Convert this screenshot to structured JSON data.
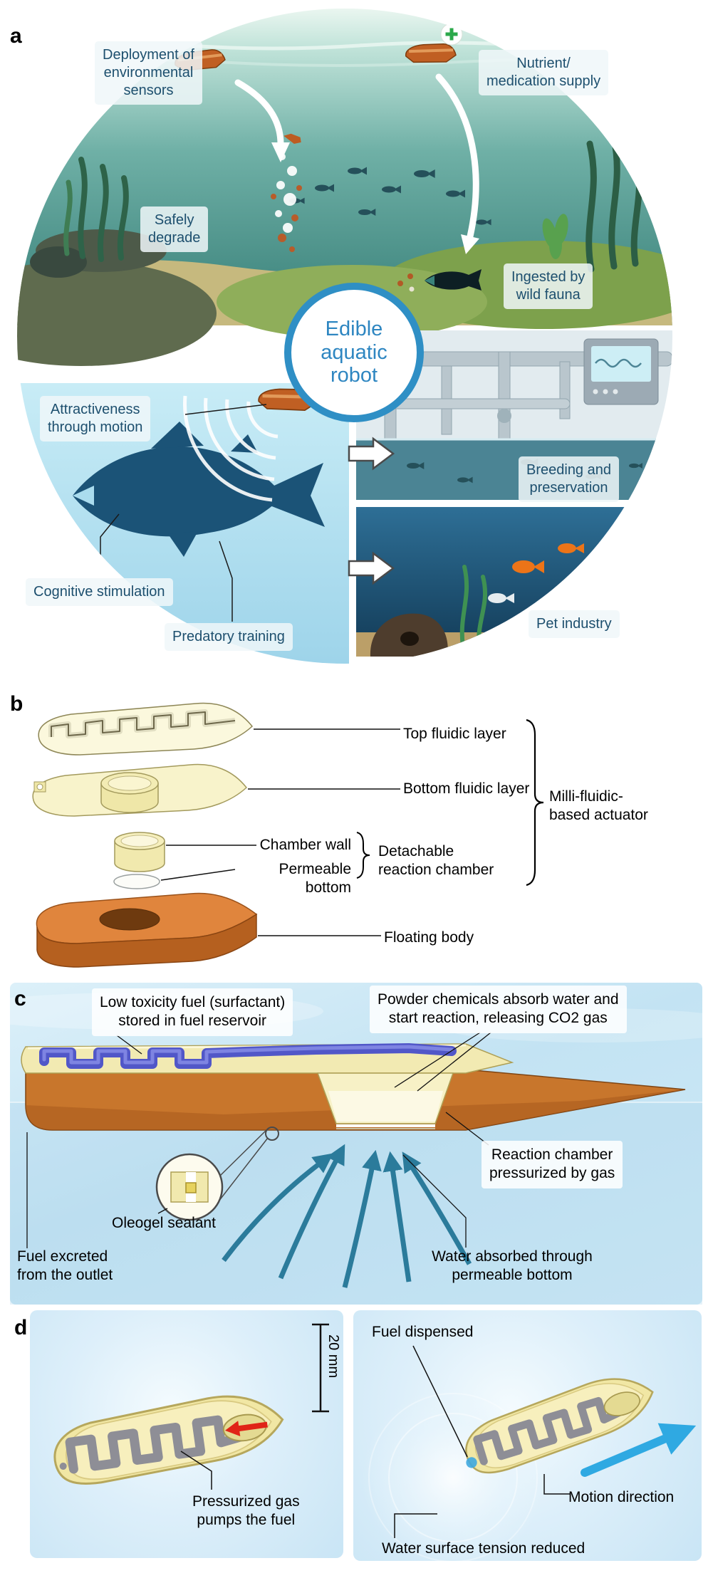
{
  "panel_a": {
    "letter": "a",
    "center": "Edible\naquatic\nrobot",
    "deployment": "Deployment of\nenvironmental\nsensors",
    "nutrient": "Nutrient/\nmedication supply",
    "degrade": "Safely\ndegrade",
    "ingested": "Ingested by\nwild fauna",
    "attractiveness": "Attractiveness\nthrough motion",
    "cognitive": "Cognitive stimulation",
    "predatory": "Predatory training",
    "breeding": "Breeding and\npreservation",
    "pet": "Pet industry"
  },
  "panel_b": {
    "letter": "b",
    "top_fluidic": "Top fluidic layer",
    "bottom_fluidic": "Bottom fluidic layer",
    "chamber_wall": "Chamber wall",
    "permeable_bottom": "Permeable bottom",
    "detachable": "Detachable\nreaction chamber",
    "millifluidic": "Milli-fluidic-\nbased actuator",
    "floating_body": "Floating body"
  },
  "panel_c": {
    "letter": "c",
    "fuel_reservoir": "Low toxicity fuel (surfactant)\nstored in fuel reservoir",
    "powder": "Powder chemicals absorb water and\nstart reaction, releasing CO2 gas",
    "reaction_chamber": "Reaction chamber\npressurized by gas",
    "oleogel": "Oleogel sealant",
    "excreted": "Fuel excreted\nfrom the outlet",
    "absorbed": "Water absorbed through\npermeable bottom"
  },
  "panel_d": {
    "letter": "d",
    "scale": "20 mm",
    "fuel_dispensed": "Fuel dispensed",
    "pumps": "Pressurized gas\npumps the fuel",
    "motion": "Motion direction",
    "tension": "Water surface tension reduced"
  },
  "colors": {
    "accent_blue": "#2f8fc5",
    "label_text_blue": "#1d4f6e",
    "body_orange": "#c8762c",
    "channel_blue": "#5157c8",
    "arrow_teal": "#2b7b9b",
    "motion_blue": "#2fa9e2",
    "fuel_red": "#e02417"
  }
}
